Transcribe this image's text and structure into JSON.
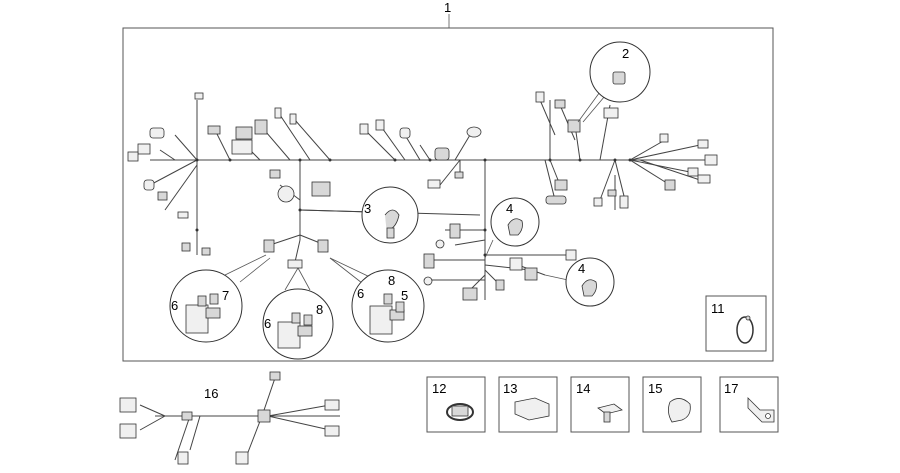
{
  "diagram": {
    "callouts": {
      "main": "1",
      "c2": "2",
      "c3": "3",
      "c4a": "4",
      "c4b": "4",
      "c5": "5",
      "c6a": "6",
      "c6b": "6",
      "c6c": "6",
      "c7": "7",
      "c8a": "8",
      "c8b": "8",
      "c11": "11",
      "c12": "12",
      "c13": "13",
      "c14": "14",
      "c15": "15",
      "c16": "16",
      "c17": "17"
    }
  }
}
